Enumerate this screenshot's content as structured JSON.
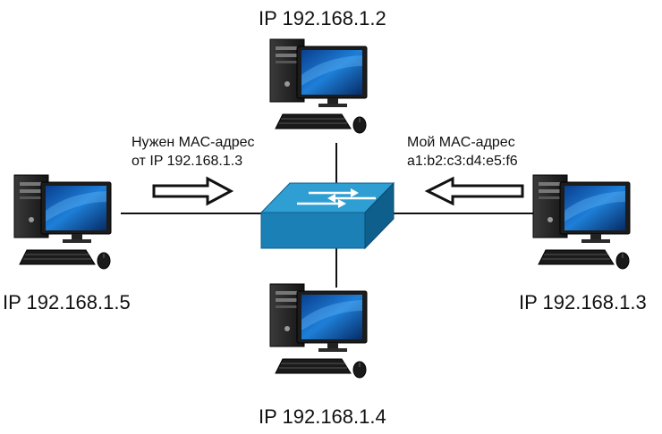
{
  "nodes": {
    "top": {
      "ip": "IP 192.168.1.2"
    },
    "left": {
      "ip": "IP 192.168.1.5"
    },
    "right": {
      "ip": "IP 192.168.1.3"
    },
    "bottom": {
      "ip": "IP 192.168.1.4"
    }
  },
  "messages": {
    "request": {
      "line1": "Нужен MAC-адрес",
      "line2": "от IP 192.168.1.3"
    },
    "reply": {
      "line1": "Мой MAC-адрес",
      "line2": "a1:b2:c3:d4:e5:f6"
    }
  },
  "icons": {
    "computer": "desktop-computer-icon",
    "switch": "network-switch-icon",
    "request_arrow": "arrow-right-icon",
    "reply_arrow": "arrow-left-icon"
  },
  "colors": {
    "switch_top": "#2f9fd3",
    "switch_front": "#1a80b5",
    "switch_side": "#0f5f8c",
    "screen": "#1e7fd8",
    "case": "#2a2a2a",
    "link": "#111111"
  }
}
